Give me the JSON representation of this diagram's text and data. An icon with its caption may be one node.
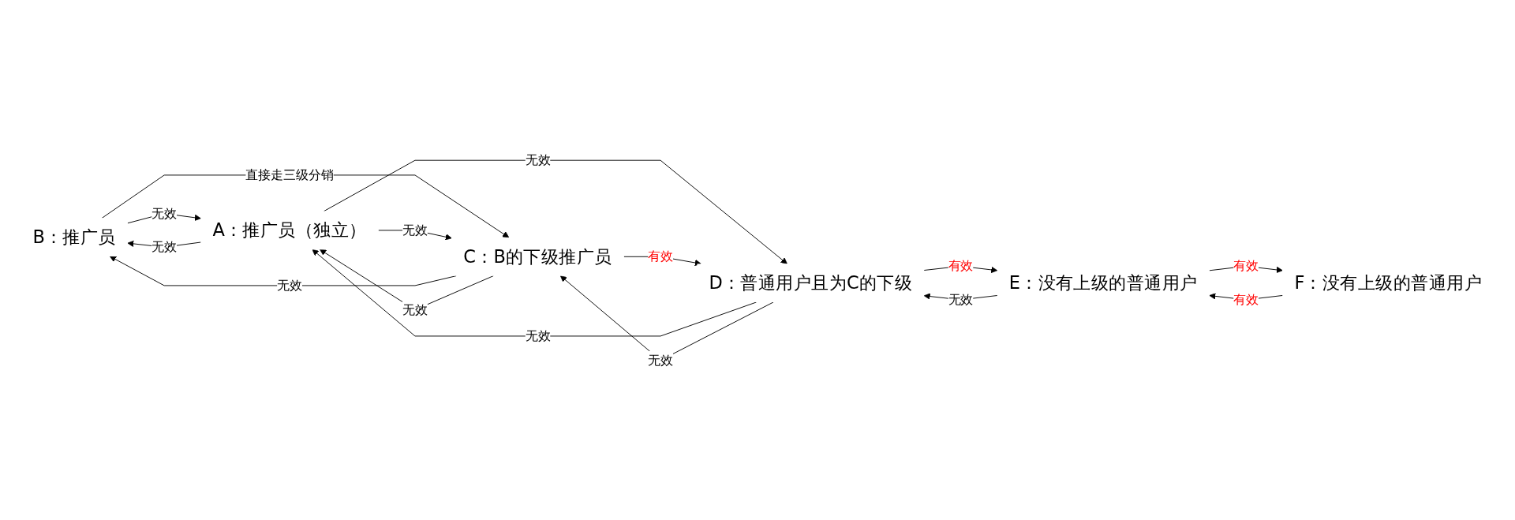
{
  "diagram": {
    "nodes": [
      {
        "text": [
          "B：推广员"
        ]
      },
      {
        "text": [
          "A：推广员（独立）"
        ]
      },
      {
        "text": [
          "F：没有上级的普通用户"
        ]
      },
      {
        "text": [
          "C：B的下级推广员"
        ]
      },
      {
        "text": [
          "D：普通用户且为C的下级"
        ]
      },
      {
        "text": [
          "E：没有上级的普通用户"
        ]
      }
    ],
    "edges": [
      {
        "from": 1,
        "to": 0,
        "arrow": "to",
        "label": "无效"
      },
      {
        "from": 0,
        "to": 1,
        "arrow": "to",
        "label": "无效"
      },
      {
        "from": 3,
        "to": 0,
        "arrow": "to",
        "label": "无效"
      },
      {
        "from": 0,
        "to": 3,
        "arrow": "to",
        "label": "直接走三级分销"
      },
      {
        "from": 1,
        "to": 3,
        "arrow": "to",
        "label": "无效"
      },
      {
        "from": 3,
        "to": 1,
        "arrow": "to",
        "label": "无效"
      },
      {
        "from": 1,
        "to": 4,
        "arrow": "to",
        "label": "无效"
      },
      {
        "from": 4,
        "to": 1,
        "arrow": "to",
        "label": "无效"
      },
      {
        "from": 2,
        "to": 5,
        "arrow": "to",
        "label": "有效"
      },
      {
        "from": 5,
        "to": 2,
        "arrow": "to",
        "label": "有效"
      },
      {
        "from": 4,
        "to": 3,
        "arrow": "to",
        "label": "无效"
      },
      {
        "from": 3,
        "to": 4,
        "arrow": "to",
        "label": "有效"
      },
      {
        "from": 5,
        "to": 4,
        "arrow": "to",
        "label": "无效"
      },
      {
        "from": 4,
        "to": 5,
        "arrow": "to",
        "label": "有效"
      }
    ]
  }
}
